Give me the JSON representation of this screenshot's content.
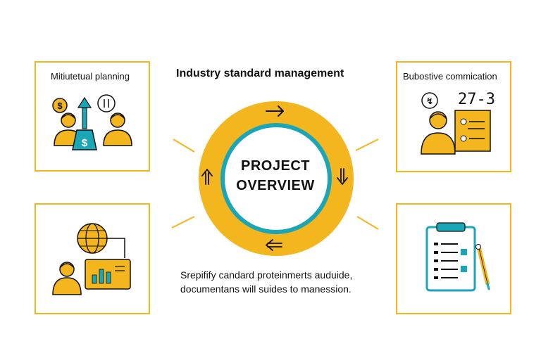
{
  "header": {
    "title": "Industry standard management"
  },
  "center": {
    "line1": "PROJECT",
    "line2": "OVERVIEW"
  },
  "caption": {
    "line1": "Srepifify candard proteinmerts auduide,",
    "line2": "documentans will suides to manession."
  },
  "panels": [
    {
      "label": "Mitiutetual planning",
      "icon": "finance-planning-icon"
    },
    {
      "label": "Bubostive commication",
      "badge": "27-3",
      "icon": "checklist-person-icon"
    },
    {
      "label": "",
      "icon": "global-analytics-icon"
    },
    {
      "label": "",
      "icon": "clipboard-checklist-icon"
    }
  ],
  "colors": {
    "accent_yellow": "#f3b61f",
    "accent_teal": "#1aa6b7",
    "ink": "#111111",
    "white": "#ffffff"
  },
  "icons": {
    "flow_top": "arrow-right-icon",
    "flow_right": "arrow-down-icon",
    "flow_bottom": "arrow-left-icon",
    "flow_left": "arrow-up-icon"
  }
}
